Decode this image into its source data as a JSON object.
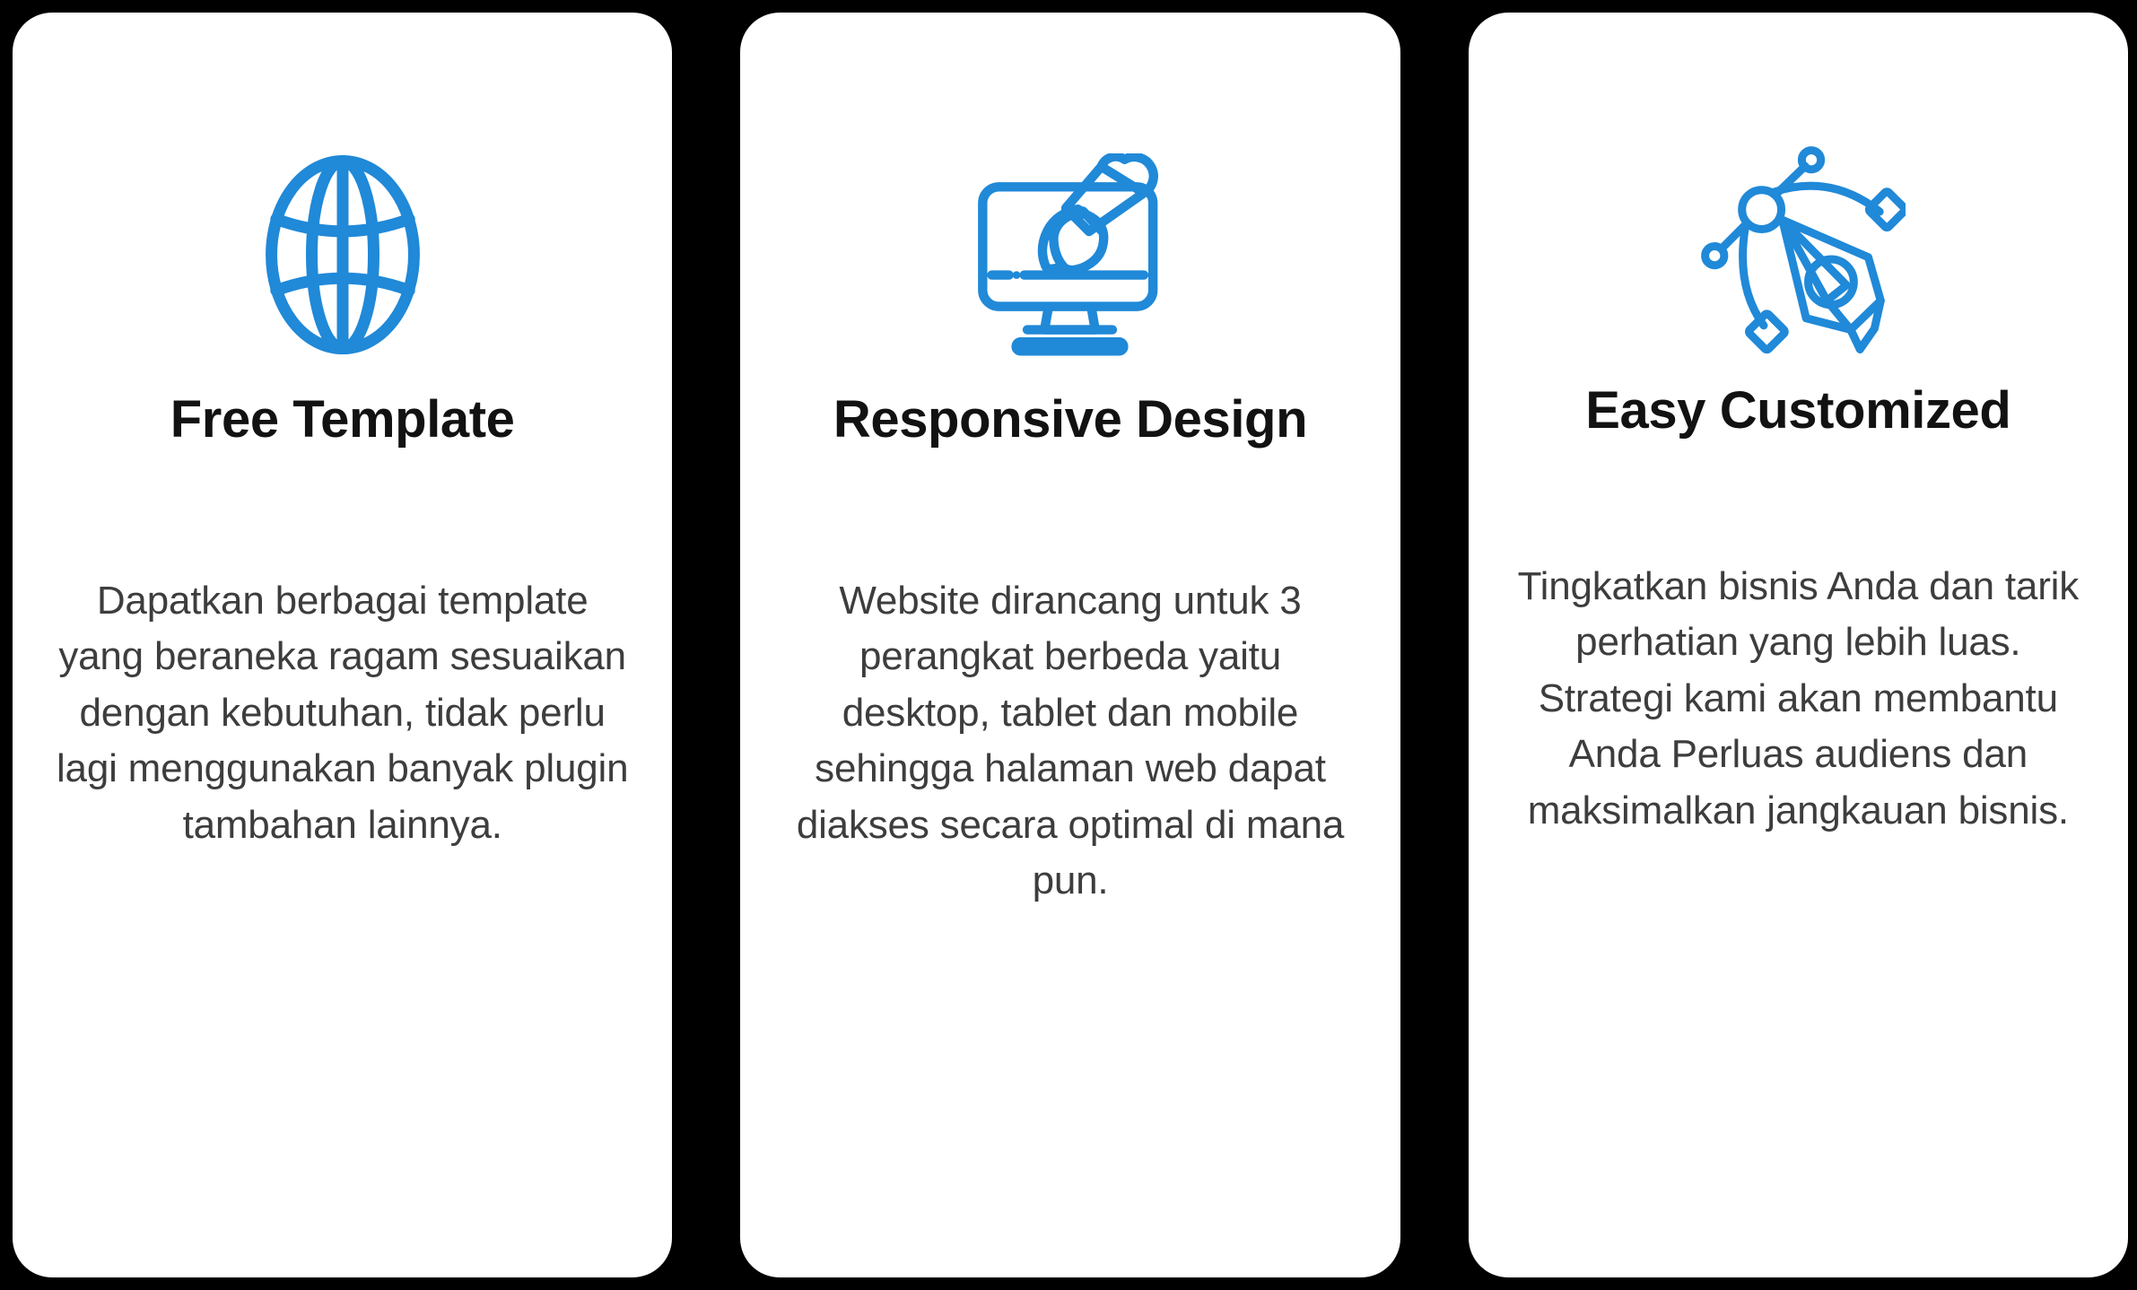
{
  "page": {
    "background_color": "#000000",
    "card_background_color": "#ffffff",
    "accent_color": "#2089d8",
    "title_color": "#121212",
    "body_color": "#3d3d3d"
  },
  "cards": [
    {
      "icon": "globe-icon",
      "title": "Free Template",
      "body": "Dapatkan berbagai template yang beraneka ragam sesuaikan dengan kebutuhan, tidak perlu lagi menggunakan banyak plugin tambahan lainnya."
    },
    {
      "icon": "monitor-paintbrush-icon",
      "title": "Responsive Design",
      "body": "Website dirancang untuk 3 perangkat berbeda yaitu desktop, tablet dan mobile sehingga halaman web dapat diakses secara optimal di mana pun."
    },
    {
      "icon": "pen-tool-icon",
      "title": "Easy Customized",
      "body": "Tingkatkan bisnis Anda dan tarik perhatian yang lebih luas. Strategi kami akan membantu Anda Perluas audiens dan maksimalkan jangkauan bisnis."
    }
  ]
}
